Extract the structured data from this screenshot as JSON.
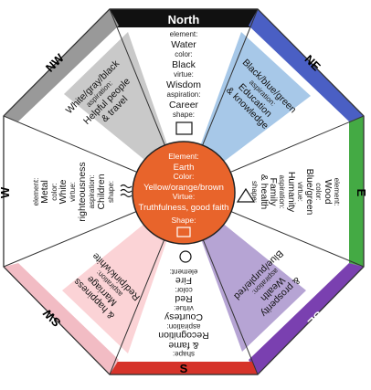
{
  "colors": {
    "north": "#111111",
    "northeast": "#4a5fc4",
    "east": "#44aa44",
    "southeast": "#7a40b0",
    "south": "#d6332a",
    "southwest": "#f2bcc4",
    "west": "#ffffff",
    "northwest": "#999999",
    "center": "#e8642b",
    "ne_pale": "#a7c8e8",
    "se_pale": "#b6a4d4",
    "sw_pale": "#fbd3d6",
    "nw_pale": "#c9c9c9"
  },
  "directions": {
    "north": "North",
    "northeast": "NE",
    "east": "E",
    "southeast": "SE",
    "south": "S",
    "southwest": "SW",
    "west": "W",
    "northwest": "NW"
  },
  "north": {
    "element_label": "element:",
    "element": "Water",
    "color_label": "color:",
    "color": "Black",
    "virtue_label": "virtue:",
    "virtue": "Wisdom",
    "aspiration_label": "aspiration:",
    "aspiration": "Career",
    "shape_label": "shape:"
  },
  "northeast": {
    "color": "Black/blue/green",
    "aspiration_label": "aspiration:",
    "aspiration_1": "Education",
    "aspiration_2": "& knowledge"
  },
  "east": {
    "element_label": "element:",
    "element": "Wood",
    "color_label": "color:",
    "color": "Blue/green",
    "virtue_label": "virtue:",
    "virtue": "Humanity",
    "aspiration_label": "aspiration:",
    "aspiration_1": "Family",
    "aspiration_2": "& health",
    "shape_label": "shape:"
  },
  "southeast": {
    "color": "Blue/purple/red",
    "aspiration_label": "aspiration:",
    "aspiration_1": "Wealth",
    "aspiration_2": "& prosperity"
  },
  "south": {
    "element_label": "element:",
    "element": "Fire",
    "color_label": "color:",
    "color": "Red",
    "virtue_label": "virtue:",
    "virtue": "Courtesy",
    "aspiration_label": "aspiration:",
    "aspiration_1": "Recognition",
    "aspiration_2": "& fame",
    "shape_label": "shape:"
  },
  "southwest": {
    "color": "Red/pink/white",
    "aspiration_label": "aspiration:",
    "aspiration_1": "Marriage",
    "aspiration_2": "& happiness"
  },
  "west": {
    "element_label": "element:",
    "element": "Metal",
    "color_label": "color:",
    "color": "White",
    "virtue_label": "virtue:",
    "virtue": "righteousness",
    "aspiration_label": "aspiration:",
    "aspiration": "Children",
    "shape_label": "shape:"
  },
  "northwest": {
    "color": "White/gray/black",
    "aspiration_label": "aspiration:",
    "aspiration_1": "Helpful people",
    "aspiration_2": "& travel"
  },
  "center": {
    "element_label": "Element:",
    "element": "Earth",
    "color_label": "Color:",
    "color": "Yellow/orange/brown",
    "virtue_label": "Virtue:",
    "virtue": "Truthfulness, good faith",
    "shape_label": "Shape:"
  }
}
